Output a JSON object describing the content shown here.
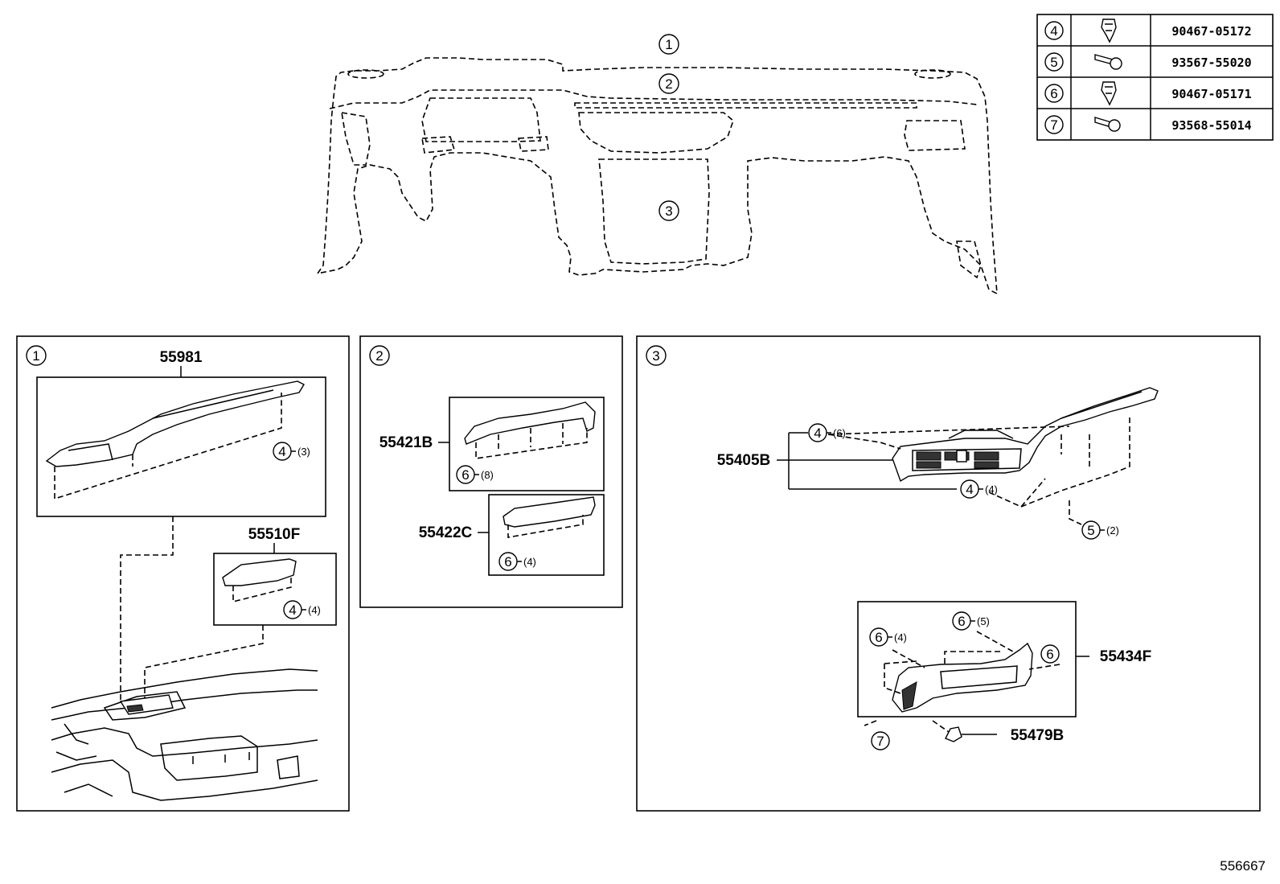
{
  "fastener_table": [
    {
      "key": "4",
      "part": "90467-05172",
      "icon": "clip-icon"
    },
    {
      "key": "5",
      "part": "93567-55020",
      "icon": "screw-icon"
    },
    {
      "key": "6",
      "part": "90467-05171",
      "icon": "clip-icon"
    },
    {
      "key": "7",
      "part": "93568-55014",
      "icon": "screw-icon"
    }
  ],
  "overview_callouts": [
    "1",
    "2",
    "3"
  ],
  "panel1": {
    "number": "1",
    "part_main": "55981",
    "fastener_main_key": "4",
    "fastener_main_qty": "(3)",
    "part_sub": "55510F",
    "fastener_sub_key": "4",
    "fastener_sub_qty": "(4)"
  },
  "panel2": {
    "number": "2",
    "part_a": "55421B",
    "fastener_a_key": "6",
    "fastener_a_qty": "(8)",
    "part_b": "55422C",
    "fastener_b_key": "6",
    "fastener_b_qty": "(4)"
  },
  "panel3": {
    "number": "3",
    "part_vent": "55405B",
    "f_top_key": "4",
    "f_top_qty": "(6)",
    "f_mid_key": "4",
    "f_mid_qty": "(4)",
    "f_screw_key": "5",
    "f_screw_qty": "(2)",
    "part_lower": "55434F",
    "f_l1_key": "6",
    "f_l1_qty": "(4)",
    "f_l2_key": "6",
    "f_l2_qty": "(5)",
    "f_l3_key": "6",
    "f_l4_key": "7",
    "part_cap": "55479B"
  },
  "reference_number": "556667"
}
